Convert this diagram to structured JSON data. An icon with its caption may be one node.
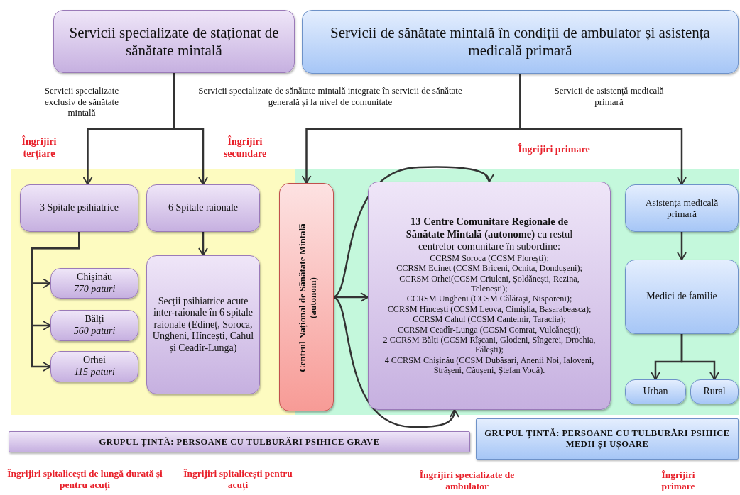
{
  "diagram": {
    "nodes": [
      {
        "text": [
          "Servicii specializate de staționat de sănătate mintală"
        ]
      },
      {
        "text": [
          "Servicii de sănătate mintală în condiții de ambulator și asistența medicală primară"
        ]
      },
      {
        "text": [
          "3 Spitale psihiatrice"
        ]
      },
      {
        "text": [
          "6 Spitale raionale"
        ]
      },
      {
        "text": [
          "Chișinău",
          "770 paturi"
        ]
      },
      {
        "text": [
          "Bălți",
          "560 paturi"
        ]
      },
      {
        "text": [
          "Orhei",
          "115 paturi"
        ]
      },
      {
        "text": [
          "Secții psihiatrice acute inter-raionale în 6 spitale raionale (Edineț, Soroca, Ungheni, Hîncești, Cahul și Ceadîr-Lunga)"
        ]
      },
      {
        "text": [
          "Centrul Național de Sănătate Mintală",
          "(autonom)"
        ]
      },
      {
        "text": [
          "**13 Centre Comunitare Regionale de Sănătate Mintală (autonome)** cu restul centrelor comunitare în subordine:",
          "CCRSM Soroca (CCSM Florești);",
          "CCRSM Edineț (CCSM Briceni, Ocnița, Dondușeni);",
          "CCRSM Orhei(CCSM Criuleni, Șoldănești, Rezina, Telenești);",
          "CCRSM Ungheni (CCSM Călărași, Nisporeni);",
          "CCRSM Hîncești (CCSM Leova, Cimișlia, Basarabeasca);",
          "CCRSM Cahul (CCSM Cantemir, Taraclia);",
          "CCRSM Ceadîr-Lunga (CCSM Comrat, Vulcănești);",
          "2 CCRSM Bălți (CCSM Rîșcani, Glodeni, Sîngerei, Drochia, Fălești);",
          "4 CCRSM Chișinău (CCSM Dubăsari, Anenii Noi, Ialoveni, Strășeni, Căușeni, Ștefan Vodă)."
        ]
      },
      {
        "text": [
          "Asistența medicală primară"
        ]
      },
      {
        "text": [
          "Medici de familie"
        ]
      },
      {
        "text": [
          "Urban"
        ]
      },
      {
        "text": [
          "Rural"
        ]
      },
      {
        "text": [
          "GRUPUL ȚINTĂ: PERSOANE CU TULBURĂRI PSIHICE GRAVE"
        ]
      },
      {
        "text": [
          "GRUPUL ȚINTĂ: PERSOANE CU TULBURĂRI PSIHICE MEDII ȘI UȘOARE"
        ]
      }
    ],
    "edges": [
      {
        "from": 0,
        "to": 2,
        "arrow": "to"
      },
      {
        "from": 0,
        "to": 3,
        "arrow": "to"
      },
      {
        "from": 1,
        "to": 8,
        "arrow": "to"
      },
      {
        "from": 1,
        "to": 10,
        "arrow": "to"
      },
      {
        "from": 2,
        "to": 4,
        "arrow": "to"
      },
      {
        "from": 2,
        "to": 5,
        "arrow": "to"
      },
      {
        "from": 2,
        "to": 6,
        "arrow": "to"
      },
      {
        "from": 3,
        "to": 7,
        "arrow": "to"
      },
      {
        "from": 8,
        "to": 9,
        "arrow": "to"
      },
      {
        "from": 8,
        "to": 9,
        "arrow": "to"
      },
      {
        "from": 8,
        "to": 9,
        "arrow": "to"
      },
      {
        "from": 10,
        "to": 11,
        "arrow": "to"
      },
      {
        "from": 11,
        "to": 12,
        "arrow": "to"
      },
      {
        "from": 11,
        "to": 13,
        "arrow": "to"
      }
    ],
    "labels": [
      "Servicii specializate exclusiv de sănătate mintală",
      "Servicii specializate de sănătate mintală integrate în servicii de sănătate generală și la nivel de comunitate",
      "Servicii de asistență medicală primară",
      "Îngrijiri terțiare",
      "Îngrijiri secundare",
      "Îngrijiri primare",
      "Îngrijiri spitalicești de lungă durată și pentru acuți",
      "Îngrijiri spitalicești pentru acuți",
      "Îngrijiri specializate de ambulator",
      "Îngrijiri primare"
    ]
  }
}
